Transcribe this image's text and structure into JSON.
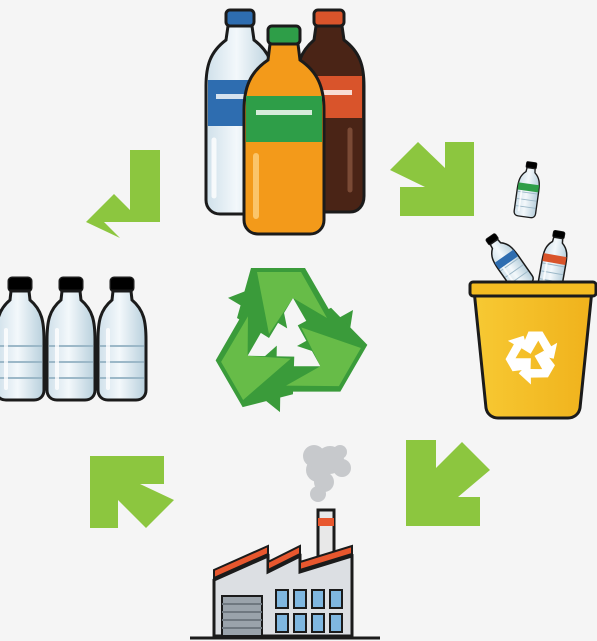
{
  "colors": {
    "background": "#f5f5f5",
    "arrow_green": "#8cc63f",
    "recycle_dark": "#3a9b3a",
    "recycle_light": "#6cc04a",
    "bin_yellow": "#f6c42a",
    "roof_orange": "#e8572e",
    "bottle_blue_cap": "#2e6db0",
    "bottle_green_cap": "#2e9e48",
    "bottle_red_cap": "#d9542b",
    "soda_orange": "#f39a1a",
    "soda_brown": "#4a2416",
    "outline": "#1b1b1b"
  },
  "diagram": {
    "stages": [
      {
        "name": "filled-bottles"
      },
      {
        "name": "recycling-bin"
      },
      {
        "name": "recycling-factory"
      },
      {
        "name": "new-empty-bottles"
      }
    ],
    "flow_direction": "clockwise",
    "center_icon": "recycle-symbol-icon"
  }
}
